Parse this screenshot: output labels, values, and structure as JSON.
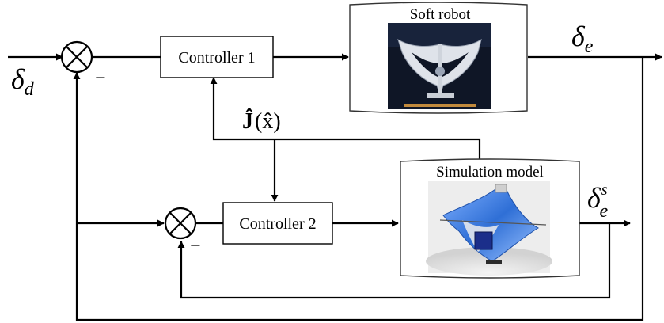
{
  "signals": {
    "reference": {
      "symbol": "δ",
      "subscript": "d"
    },
    "output": {
      "symbol": "δ",
      "subscript": "e"
    },
    "sim_output": {
      "symbol": "δ",
      "subscript": "e",
      "superscript": "s"
    },
    "jacobian": {
      "main": "Ĵ",
      "arg": "(x̂)"
    }
  },
  "summing_junctions": {
    "minus_sign": "−"
  },
  "blocks": {
    "controller1": "Controller 1",
    "controller2": "Controller 2",
    "soft_robot": "Soft robot",
    "simulation_model": "Simulation model"
  },
  "colors": {
    "line": "#000000",
    "frame": "#333333",
    "robot_photo_bg": "#0f1626",
    "robot_photo_body": "#dfe3ea",
    "sim_render_bg": "#dcdcdc",
    "sim_render_body": "#3a7bd5"
  }
}
